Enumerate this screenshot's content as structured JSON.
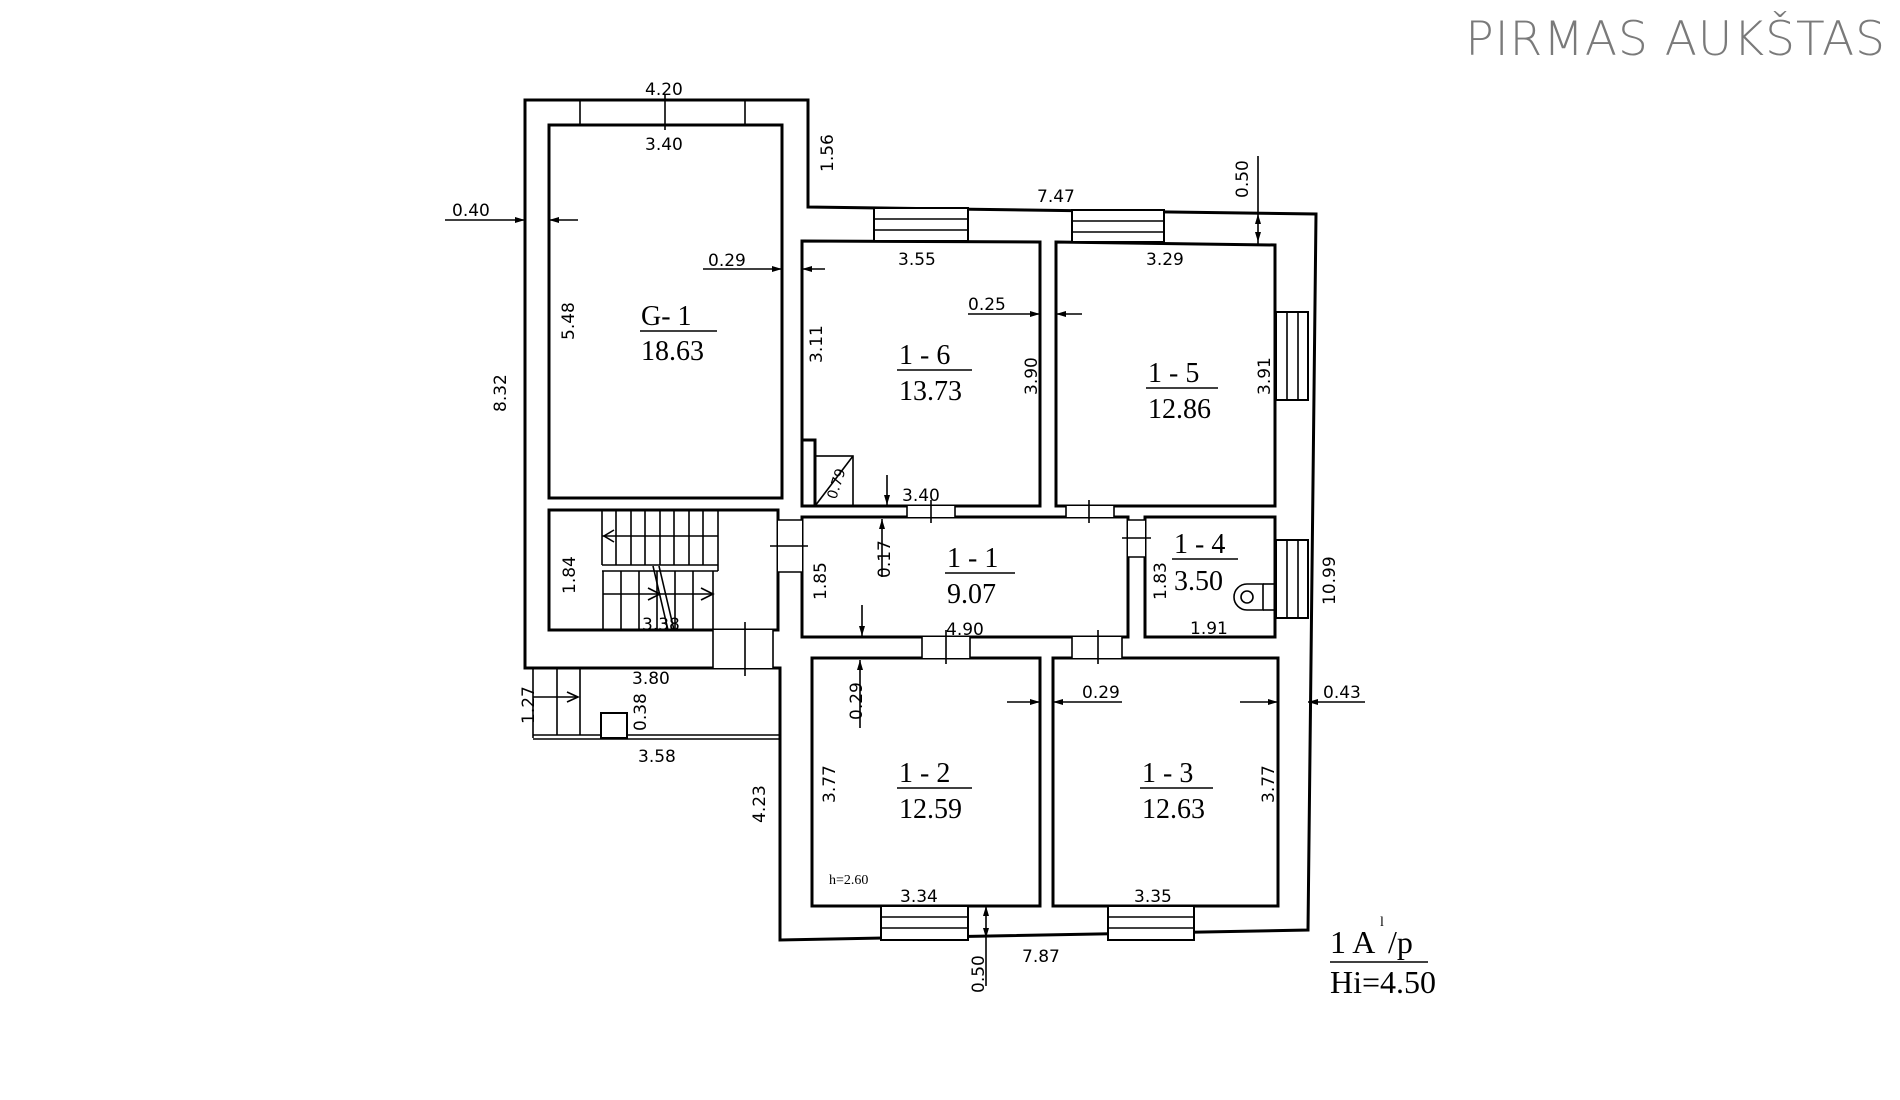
{
  "header": {
    "title": "PIRMAS AUKŠTAS"
  },
  "rooms": [
    {
      "id": "G- 1",
      "area": "18.63"
    },
    {
      "id": "1 - 6",
      "area": "13.73"
    },
    {
      "id": "1 - 5",
      "area": "12.86"
    },
    {
      "id": "1 - 1",
      "area": "9.07"
    },
    {
      "id": "1 - 4",
      "area": "3.50"
    },
    {
      "id": "1 - 2",
      "area": "12.59"
    },
    {
      "id": "1 - 3",
      "area": "12.63"
    }
  ],
  "dimensions": {
    "g1_outer_top": "4.20",
    "g1_inner_top": "3.40",
    "g1_step": "1.56",
    "left_wall": "0.40",
    "g1_height": "5.48",
    "g1_partition": "0.29",
    "overall_left": "8.32",
    "r16_width": "3.55",
    "r16_partition": "0.25",
    "r16_left": "3.11",
    "r16_right": "3.90",
    "r16_corner": "0.79",
    "r16_bottom": "3.40",
    "top_overall": "7.47",
    "top_wall": "0.50",
    "r15_width": "3.29",
    "r15_height": "3.91",
    "stair_height": "1.84",
    "stair_width": "3.38",
    "r11_height": "1.85",
    "r11_offset": "0.17",
    "r11_width": "4.90",
    "r14_height": "1.83",
    "r14_width": "1.91",
    "overall_right": "10.99",
    "porch_width": "3.80",
    "porch_height": "1.27",
    "porch_post": "0.38",
    "porch_bottom": "3.58",
    "lower_left": "4.23",
    "r12_wall": "0.29",
    "r12_height": "3.77",
    "r12_width": "3.34",
    "r13_wall": "0.29",
    "r13_height": "3.77",
    "r13_width": "3.35",
    "right_wall": "0.43",
    "bottom_wall": "0.50",
    "bottom_overall": "7.87"
  },
  "notes": {
    "ceiling_height": "h=2.60"
  },
  "legend": {
    "line1": "1 A",
    "superscript": "l",
    "line1_suffix": "/p",
    "line2": "Hi=4.50"
  }
}
